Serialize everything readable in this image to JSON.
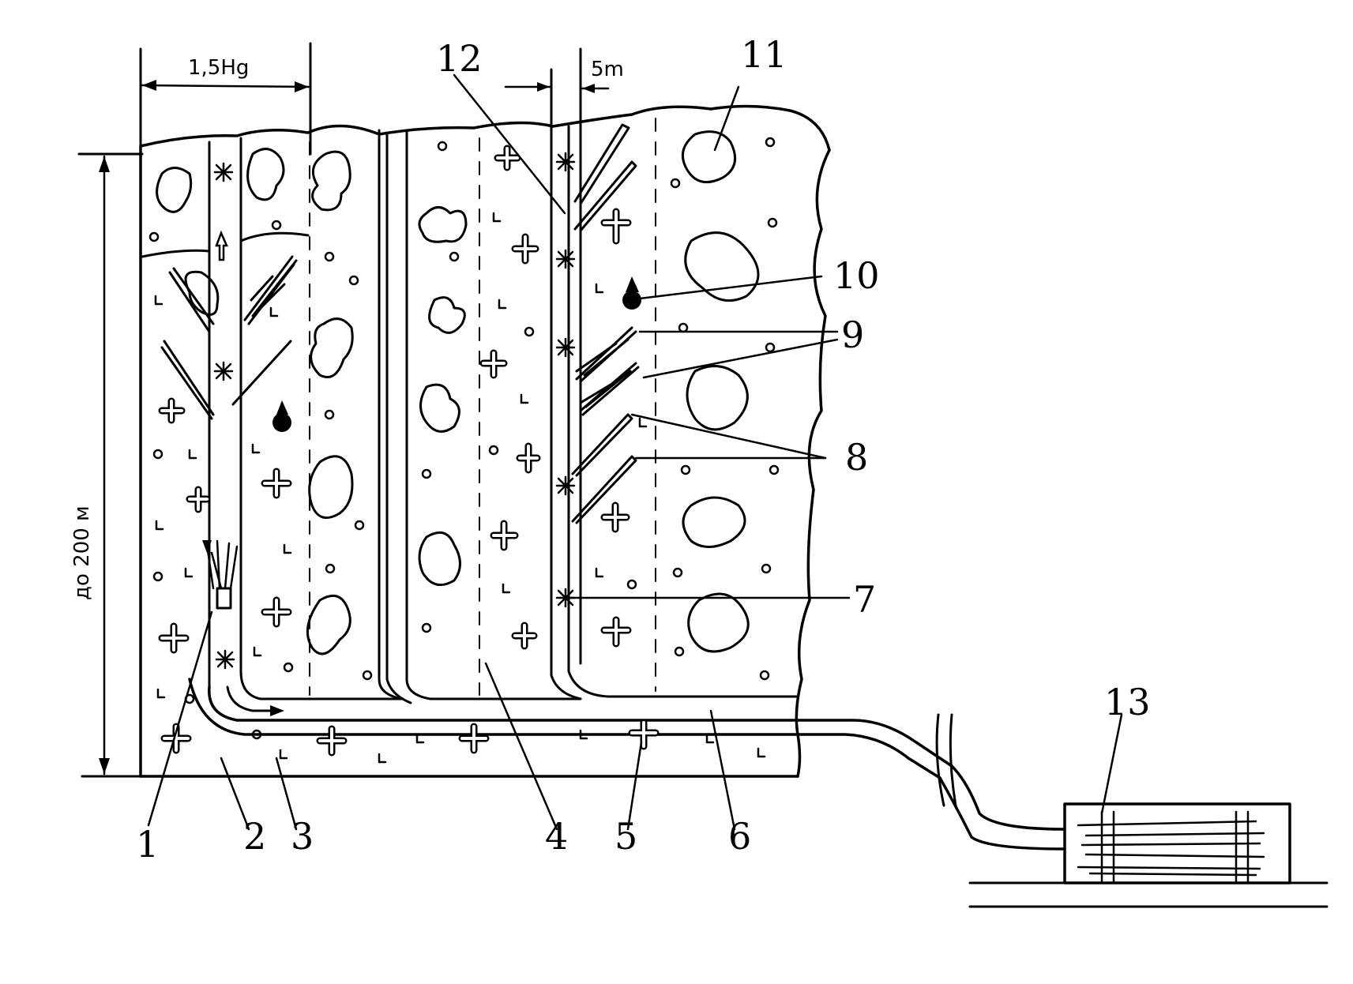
{
  "dimensions": {
    "width_label": "1,5Hg",
    "spacing_label": "5m",
    "height_label": "до 200 м"
  },
  "labels": [
    "1",
    "2",
    "3",
    "4",
    "5",
    "6",
    "7",
    "8",
    "9",
    "10",
    "11",
    "12",
    "13"
  ],
  "colors": {
    "ink": "#000000",
    "background": "#ffffff"
  }
}
